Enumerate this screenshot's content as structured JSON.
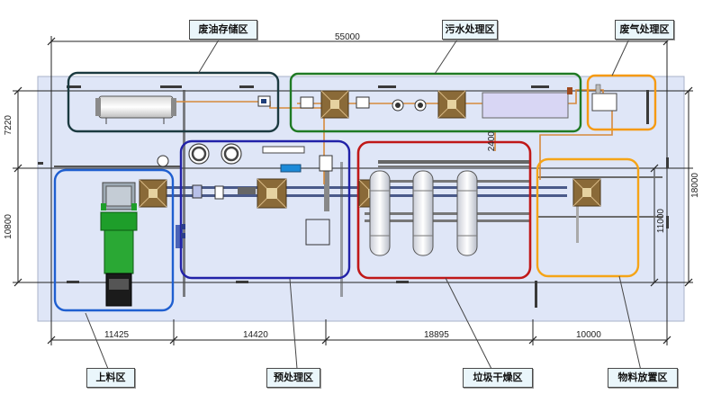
{
  "zones": {
    "waste_oil": "废油存储区",
    "sewage": "污水处理区",
    "exhaust": "废气处理区",
    "loading": "上料区",
    "pretreatment": "预处理区",
    "drying": "垃圾干燥区",
    "storage": "物料放置区"
  },
  "dimensions": {
    "total_width": "55000",
    "seg_1": "11425",
    "seg_2": "14420",
    "seg_3": "18895",
    "seg_4": "10000",
    "left_upper": "7220",
    "left_lower": "10800",
    "right_total": "18000",
    "right_inner": "11000",
    "small_mid": "2400"
  },
  "colors": {
    "hall": "#dfe6f7",
    "waste_oil_border": "#1b3a40",
    "sewage_border": "#1f7a24",
    "exhaust_border": "#f59a12",
    "loading_border": "#1f5fd0",
    "pretreatment_border": "#2222a8",
    "drying_border": "#c01818",
    "storage_border": "#f5a417"
  }
}
